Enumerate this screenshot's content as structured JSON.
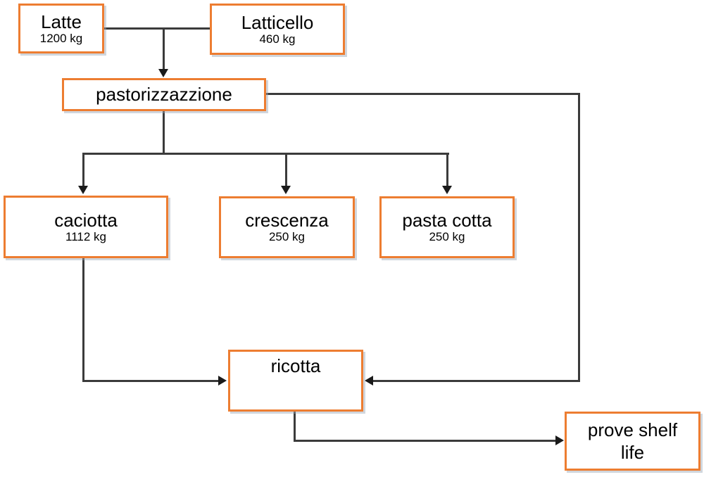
{
  "diagram": {
    "type": "flowchart",
    "title": "",
    "accent_color": "#ED7D31",
    "line_color": "#3b3b3b",
    "background": "#ffffff",
    "nodes": [
      {
        "id": "latte",
        "label": "Latte",
        "qty": "1200 kg"
      },
      {
        "id": "latticello",
        "label": "Latticello",
        "qty": "460 kg"
      },
      {
        "id": "pastorizzazzione",
        "label": "pastorizzazzione",
        "qty": ""
      },
      {
        "id": "caciotta",
        "label": "caciotta",
        "qty": "1112 kg"
      },
      {
        "id": "crescenza",
        "label": "crescenza",
        "qty": "250 kg"
      },
      {
        "id": "pastacotta",
        "label": "pasta cotta",
        "qty": "250 kg"
      },
      {
        "id": "ricotta",
        "label": "ricotta",
        "qty": ""
      },
      {
        "id": "proveshelflife",
        "label_line1": "prove shelf",
        "label_line2": "life",
        "qty": ""
      }
    ],
    "edges": [
      {
        "from": "latte",
        "to": "pastorizzazzione",
        "arrow": "down"
      },
      {
        "from": "latticello",
        "to": "pastorizzazzione",
        "arrow": "down"
      },
      {
        "from": "pastorizzazzione",
        "to": "caciotta",
        "arrow": "down"
      },
      {
        "from": "pastorizzazzione",
        "to": "crescenza",
        "arrow": "down"
      },
      {
        "from": "pastorizzazzione",
        "to": "pastacotta",
        "arrow": "down"
      },
      {
        "from": "pastorizzazzione",
        "to": "ricotta",
        "arrow": "left"
      },
      {
        "from": "caciotta",
        "to": "ricotta",
        "arrow": "right"
      },
      {
        "from": "ricotta",
        "to": "proveshelflife",
        "arrow": "right"
      }
    ]
  }
}
